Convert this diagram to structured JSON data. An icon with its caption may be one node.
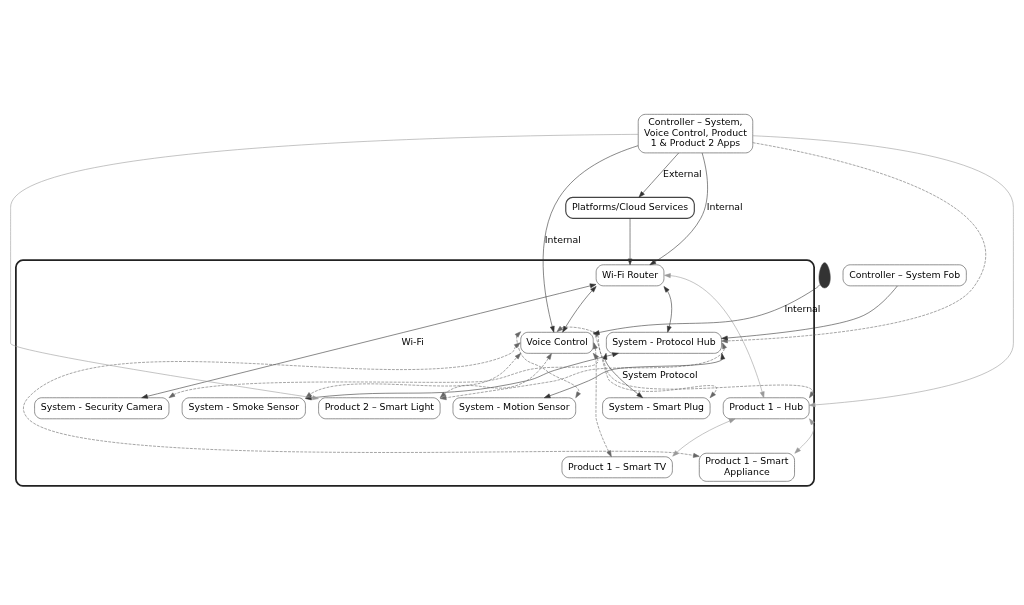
{
  "diagram": {
    "nodes": [
      {
        "text": [
          "Platforms/Cloud Services"
        ]
      },
      {
        "text": [],
        "shape": "house"
      },
      {
        "text": [
          "Controller – System, Voice Control, Product 1 & Product 2 Apps"
        ]
      },
      {
        "text": [
          "Wi-Fi Router"
        ],
        "in": 1
      },
      {
        "text": [
          "Product 2 – Smart Light"
        ],
        "in": 1
      },
      {
        "text": [
          "System - Security Camera"
        ],
        "in": 1
      },
      {
        "text": [
          "System - Smoke Sensor"
        ],
        "in": 1
      },
      {
        "text": [
          "System - Protocol Hub"
        ],
        "in": 1
      },
      {
        "text": [
          "Product 1 – Smart TV"
        ],
        "in": 1
      },
      {
        "text": [
          "Product 1 – Smart Appliance"
        ],
        "in": 1
      },
      {
        "text": [
          "Controller – System Fob"
        ]
      },
      {
        "text": [
          "Voice Control"
        ],
        "in": 1
      },
      {
        "text": [
          "Product 1 – Hub"
        ],
        "in": 1
      },
      {
        "text": [
          "System - Motion Sensor"
        ],
        "in": 1
      },
      {
        "text": [
          "System - Smart Plug"
        ],
        "in": 1
      },
      {
        "text": [],
        "shape": "person"
      }
    ],
    "edges": [
      {
        "from": 2,
        "to": 0,
        "arrow": "to",
        "label": "External"
      },
      {
        "from": 0,
        "to": 3,
        "arrow": "to"
      },
      {
        "from": 2,
        "to": 3,
        "arrow": "to",
        "label": "Internal"
      },
      {
        "from": 2,
        "to": 4,
        "arrow": "to",
        "color": "#999999"
      },
      {
        "from": 2,
        "to": 7,
        "arrow": "to",
        "style": "dashed"
      },
      {
        "from": 2,
        "to": 11,
        "arrow": "to",
        "label": "Internal"
      },
      {
        "from": 2,
        "to": 12,
        "arrow": "to",
        "color": "#999999"
      },
      {
        "from": 10,
        "to": 7,
        "arrow": "to"
      },
      {
        "from": 15,
        "to": 11,
        "arrow": "to",
        "label": "Internal"
      },
      {
        "from": 3,
        "to": 5,
        "arrow": "both",
        "label": "Wi-Fi"
      },
      {
        "from": 3,
        "to": 7,
        "arrow": "both"
      },
      {
        "from": 3,
        "to": 11,
        "arrow": "both"
      },
      {
        "from": 3,
        "to": 12,
        "arrow": "both",
        "color": "#999999"
      },
      {
        "from": 7,
        "to": 6,
        "arrow": "both"
      },
      {
        "from": 7,
        "to": 13,
        "arrow": "both"
      },
      {
        "from": 7,
        "to": 14,
        "arrow": "both",
        "label": "System Protocol"
      },
      {
        "from": 7,
        "to": 4,
        "arrow": "both",
        "style": "dashed"
      },
      {
        "from": 11,
        "to": 4,
        "arrow": "both",
        "style": "dashed"
      },
      {
        "from": 11,
        "to": 5,
        "arrow": "both",
        "style": "dashed"
      },
      {
        "from": 11,
        "to": 6,
        "arrow": "both",
        "style": "dashed"
      },
      {
        "from": 11,
        "to": 8,
        "arrow": "both",
        "style": "dashed"
      },
      {
        "from": 11,
        "to": 9,
        "arrow": "both",
        "style": "dashed"
      },
      {
        "from": 11,
        "to": 12,
        "arrow": "both",
        "style": "dashed"
      },
      {
        "from": 11,
        "to": 13,
        "arrow": "both",
        "style": "dashed"
      },
      {
        "from": 11,
        "to": 14,
        "arrow": "both",
        "style": "dashed"
      },
      {
        "from": 12,
        "to": 8,
        "arrow": "both",
        "color": "#999999"
      },
      {
        "from": 12,
        "to": 9,
        "arrow": "both",
        "color": "#999999"
      }
    ]
  }
}
